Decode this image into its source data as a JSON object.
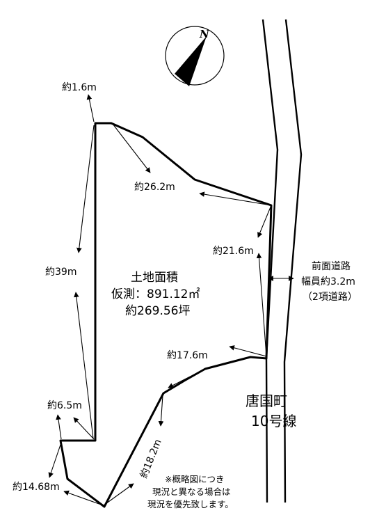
{
  "compass": {
    "north_letter": "N"
  },
  "dimensions": {
    "d1": "約1.6m",
    "d2": "約26.2m",
    "d3": "約21.6m",
    "d4": "約39m",
    "d5": "約6.5m",
    "d6": "約17.6m",
    "d7": "約18.2m",
    "d8": "約14.68m"
  },
  "area": {
    "title": "土地面積",
    "measured": "仮測：891.12㎡",
    "tsubo": "約269.56坪"
  },
  "front_road": {
    "line1": "前面道路",
    "line2": "幅員約3.2m",
    "line3": "（2項道路）"
  },
  "road_name": {
    "line1": "唐国町",
    "line2": "10号線"
  },
  "note": {
    "line1": "※概略図につき",
    "line2": "現況と異なる場合は",
    "line3": "現況を優先致します。"
  }
}
